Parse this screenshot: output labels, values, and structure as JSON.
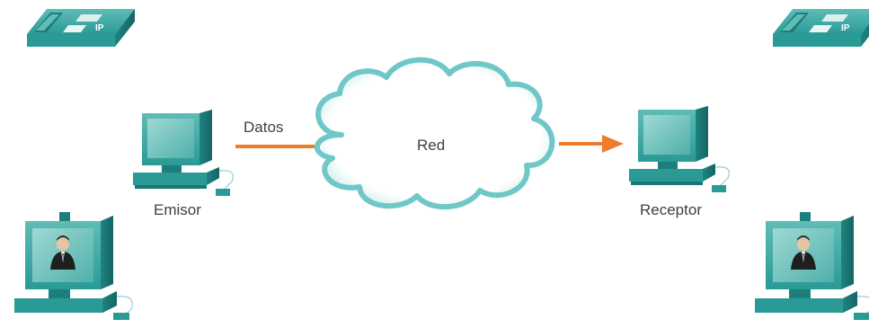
{
  "diagram": {
    "data_label": "Datos",
    "network_label": "Red",
    "sender_label": "Emisor",
    "receiver_label": "Receptor",
    "ip_phone_text": "IP"
  },
  "colors": {
    "device_teal": "#2a9a96",
    "device_dark": "#187674",
    "screen_light": "#7ecbc6",
    "arrow_orange": "#ee7d2b",
    "cloud_outline": "#6fc7c7"
  },
  "icons": [
    "ip-phone-icon",
    "computer-icon",
    "video-terminal-icon",
    "cloud-icon",
    "arrow-icon"
  ]
}
